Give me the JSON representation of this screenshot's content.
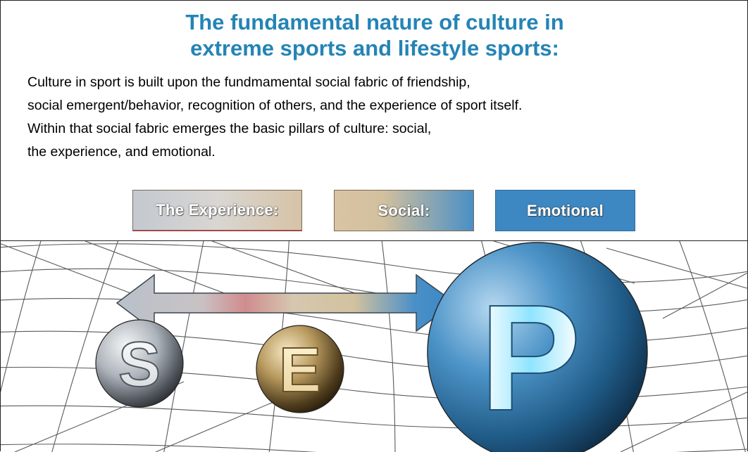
{
  "title": {
    "line1": "The fundamental nature of culture in",
    "line2": "extreme sports and lifestyle sports:"
  },
  "body": {
    "line1": "Culture in sport is built upon the fundmamental social fabric of friendship,",
    "line2": "social emergent/behavior, recognition of others, and the experience of sport itself.",
    "line3": "Within that social fabric emerges the basic pillars of culture: social,",
    "line4": "the experience, and emotional."
  },
  "pillars": {
    "experience": "The Experience:",
    "social": "Social:",
    "emotional": "Emotional"
  },
  "spheres": {
    "s": "S",
    "e": "E",
    "p": "P"
  },
  "colors": {
    "title": "#2484b5",
    "emotional": "#3d88c2",
    "grid_lines": "#5a5a5a"
  }
}
